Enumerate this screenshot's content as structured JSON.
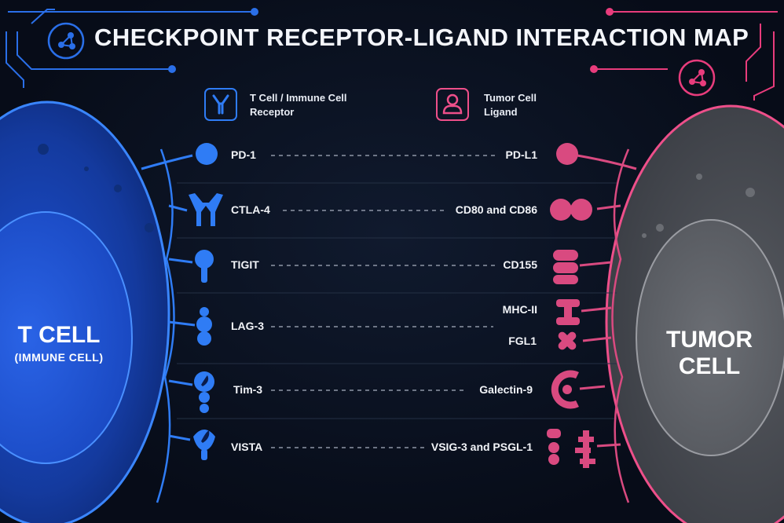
{
  "title": "CHECKPOINT RECEPTOR-LIGAND INTERACTION MAP",
  "legend": {
    "receptor": "T Cell / Immune Cell Receptor",
    "ligand": "Tumor Cell Ligand"
  },
  "cells": {
    "left_title": "T CELL",
    "left_subtitle": "(IMMUNE CELL)",
    "right_title_line1": "TUMOR",
    "right_title_line2": "CELL"
  },
  "pairs": [
    {
      "receptor": "PD-1",
      "ligand": "PD-L1"
    },
    {
      "receptor": "CTLA-4",
      "ligand": "CD80 and CD86"
    },
    {
      "receptor": "TIGIT",
      "ligand": "CD155"
    },
    {
      "receptor": "LAG-3",
      "ligand": "MHC-II",
      "ligand2": "FGL1"
    },
    {
      "receptor": "Tim-3",
      "ligand": "Galectin-9"
    },
    {
      "receptor": "VISTA",
      "ligand": "VSIG-3 and PSGL-1"
    }
  ],
  "colors": {
    "receptor": "#2f7cf5",
    "ligand": "#ee4f8a",
    "background": "#0a1020"
  },
  "icons": {
    "title_left": "network-icon",
    "title_right": "network-icon",
    "legend_receptor": "antibody-icon",
    "legend_ligand": "tumor-cell-icon"
  }
}
